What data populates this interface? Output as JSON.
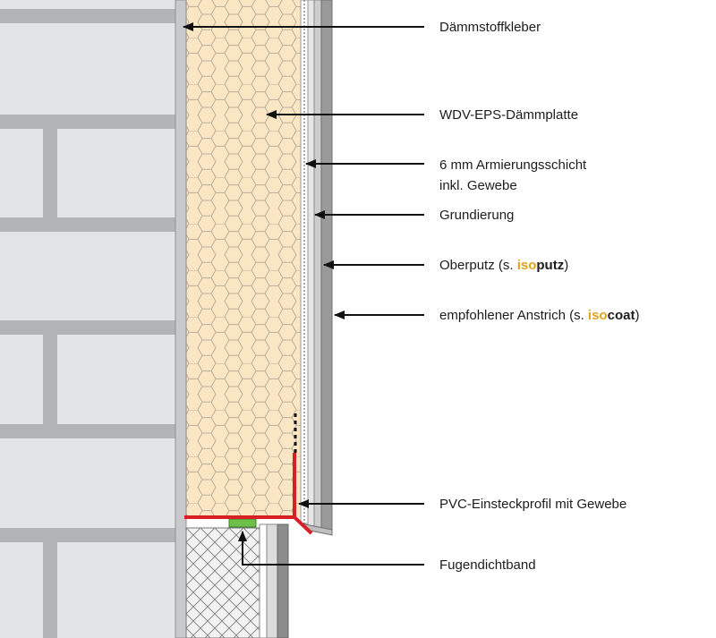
{
  "labels": {
    "adhesive": "Dämmstoffkleber",
    "eps_board": "WDV-EPS-Dämmplatte",
    "reinforcement_line1": "6 mm Armierungsschicht",
    "reinforcement_line2": "inkl. Gewebe",
    "primer": "Grundierung",
    "topcoat_prefix": "Oberputz (s. ",
    "topcoat_brand_a": "iso",
    "topcoat_brand_b": "putz",
    "topcoat_suffix": ")",
    "paint_prefix": "empfohlener Anstrich (s. ",
    "paint_brand_a": "iso",
    "paint_brand_b": "coat",
    "paint_suffix": ")",
    "pvc_profile": "PVC-Einsteckprofil mit Gewebe",
    "joint_tape": "Fugendichtband"
  },
  "colors": {
    "brick": "#e3e4e5",
    "mortar": "#b1b5b8",
    "adhesive": "#c7c9cb",
    "eps": "#fbe6c4",
    "hex_line": "#b8ad9a",
    "render_light": "#dcdcdc",
    "render_dark": "#8c8c8c",
    "profile_red": "#d71f26",
    "tape_green": "#6cc04a",
    "brand_accent": "#e3a21b"
  }
}
